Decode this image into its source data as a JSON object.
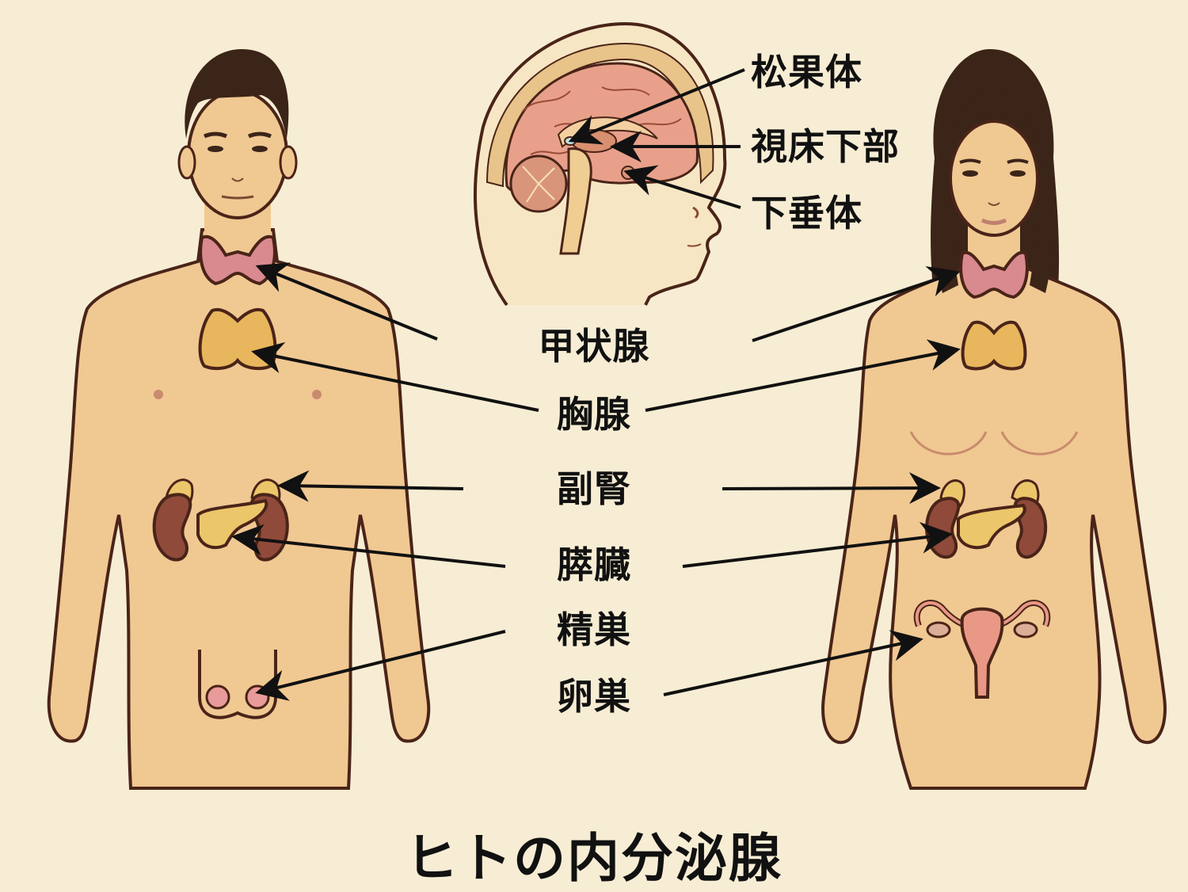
{
  "title": "ヒトの内分泌腺",
  "colors": {
    "background": "#f7edd4",
    "skin": "#f0c892",
    "skin_outline": "#4a2418",
    "hair": "#3b2418",
    "thyroid": "#d98a8f",
    "thymus": "#e8b65c",
    "kidney": "#8f4a3a",
    "adrenal_pancreas": "#ecc66a",
    "uterus": "#e99886",
    "brain": "#e8a08a",
    "arrow": "#111111"
  },
  "brain_labels": [
    {
      "id": "pineal",
      "text": "松果体"
    },
    {
      "id": "hypothalamus",
      "text": "視床下部"
    },
    {
      "id": "pituitary",
      "text": "下垂体"
    }
  ],
  "body_labels": [
    {
      "id": "thyroid",
      "text": "甲状腺"
    },
    {
      "id": "thymus",
      "text": "胸腺"
    },
    {
      "id": "adrenal",
      "text": "副腎"
    },
    {
      "id": "pancreas",
      "text": "膵臓"
    },
    {
      "id": "testis",
      "text": "精巣"
    },
    {
      "id": "ovary",
      "text": "卵巣"
    }
  ],
  "figures": [
    {
      "id": "male",
      "name": "male-figure"
    },
    {
      "id": "female",
      "name": "female-figure"
    },
    {
      "id": "head",
      "name": "sagittal-head-section"
    }
  ]
}
